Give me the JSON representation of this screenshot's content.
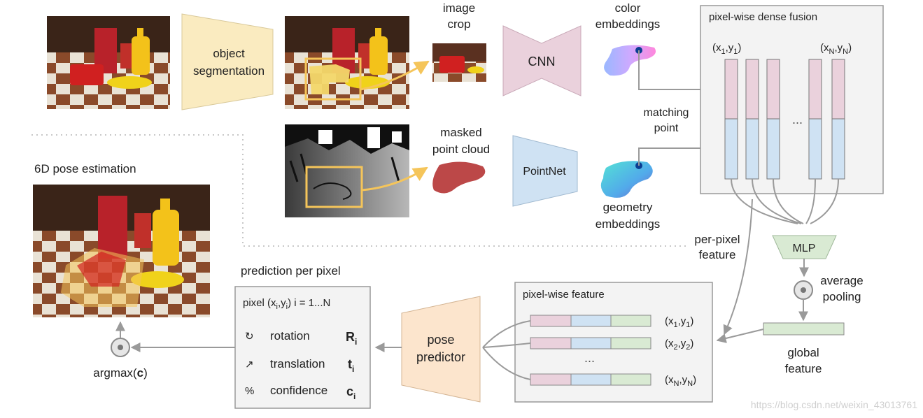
{
  "stage_labels": {
    "object_segmentation_line1": "object",
    "object_segmentation_line2": "segmentation",
    "image_crop_line1": "image",
    "image_crop_line2": "crop",
    "cnn": "CNN",
    "color_embeddings_line1": "color",
    "color_embeddings_line2": "embeddings",
    "masked_point_cloud_line1": "masked",
    "masked_point_cloud_line2": "point cloud",
    "pointnet": "PointNet",
    "geometry_embeddings_line1": "geometry",
    "geometry_embeddings_line2": "embeddings",
    "matching_point_line1": "matching",
    "matching_point_line2": "point",
    "pixel_wise_dense_fusion": "pixel-wise dense fusion",
    "ellipsis": "...",
    "mlp": "MLP",
    "average_pooling_line1": "average",
    "average_pooling_line2": "pooling",
    "per_pixel_feature_line1": "per-pixel",
    "per_pixel_feature_line2": "feature",
    "global_feature_line1": "global",
    "global_feature_line2": "feature",
    "pixel_wise_feature": "pixel-wise feature",
    "pose_predictor_line1": "pose",
    "pose_predictor_line2": "predictor",
    "prediction_per_pixel": "prediction per pixel",
    "six_d_pose_estimation": "6D pose estimation"
  },
  "fusion_columns": {
    "first": {
      "x": "x",
      "x_sub": "1",
      "y": "y",
      "y_sub": "1"
    },
    "last": {
      "x": "x",
      "x_sub": "N",
      "y": "y",
      "y_sub": "N"
    }
  },
  "feature_rows": [
    {
      "x": "x",
      "x_sub": "1",
      "y": "y",
      "y_sub": "1"
    },
    {
      "x": "x",
      "x_sub": "2",
      "y": "y",
      "y_sub": "2"
    },
    {
      "x": "x",
      "x_sub": "N",
      "y": "y",
      "y_sub": "N"
    }
  ],
  "prediction_box": {
    "header_prefix": "pixel (x",
    "header_sub1": "i",
    "header_mid": ",y",
    "header_sub2": "i",
    "header_suffix": ")  i = 1...N",
    "items": [
      {
        "icon": "rotation-icon",
        "glyph": "↻",
        "label": "rotation",
        "symbol": "R",
        "sub": "i"
      },
      {
        "icon": "translation-icon",
        "glyph": "↗",
        "label": "translation",
        "symbol": "t",
        "sub": "i"
      },
      {
        "icon": "confidence-icon",
        "glyph": "%",
        "label": "confidence",
        "symbol": "c",
        "sub": "i"
      }
    ]
  },
  "argmax": {
    "prefix": "argmax(",
    "bold": "c",
    "suffix": ")"
  },
  "watermark": "https://blog.csdn.net/weixin_43013761",
  "colors": {
    "segmentation_fill": "#faebc0",
    "cnn_fill": "#ead1dc",
    "pointnet_fill": "#cfe2f3",
    "mlp_fill": "#d9ead3",
    "pose_predictor_fill": "#fce5cd",
    "panel_fill": "#f3f3f3",
    "crop_box": "#f5c55a",
    "arrow_gray": "#999999"
  }
}
